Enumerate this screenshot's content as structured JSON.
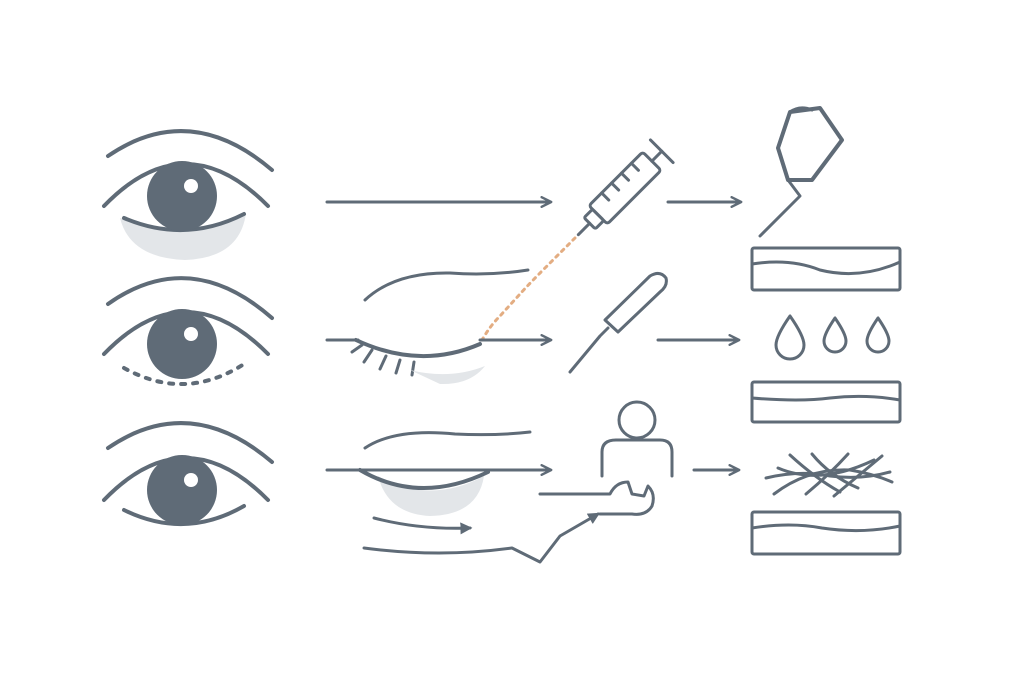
{
  "figure": {
    "rows": [
      {
        "id": "row-1",
        "eye_variant": "filled-lower-shadow",
        "treatment": "syringe",
        "result": "gel-layer"
      },
      {
        "id": "row-2",
        "eye_variant": "dotted-lower-lid",
        "treatment": "applicator",
        "result": "drops-layer"
      },
      {
        "id": "row-3",
        "eye_variant": "plain",
        "treatment": "person-with-wrench",
        "result": "fibers-layer"
      }
    ],
    "colors": {
      "stroke": "#5f6b77",
      "shade": "#e3e6e9",
      "accent": "#e3ad82",
      "background": "#ffffff"
    }
  }
}
